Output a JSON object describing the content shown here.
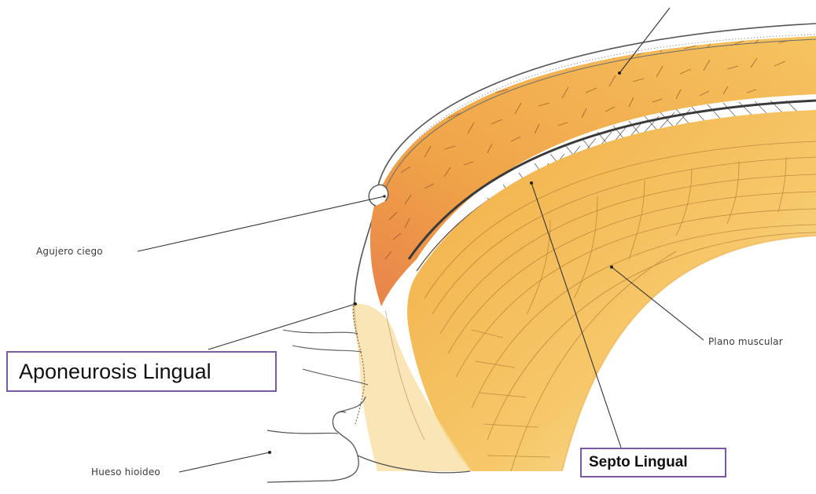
{
  "figure": {
    "labels": {
      "agujero_ciego": "Agujero ciego",
      "aponeurosis_lingual": "Aponeurosis Lingual",
      "plano_muscular": "Plano muscular",
      "hueso_hioideo": "Hueso hioideo",
      "septo_lingual": "Septo Lingual"
    },
    "colors": {
      "muscle_light": "#f7d98a",
      "muscle_mid": "#f2b24a",
      "muscle_dark": "#e58a3a",
      "outline": "#444444",
      "label_box_border": "#7a5aa0"
    }
  }
}
